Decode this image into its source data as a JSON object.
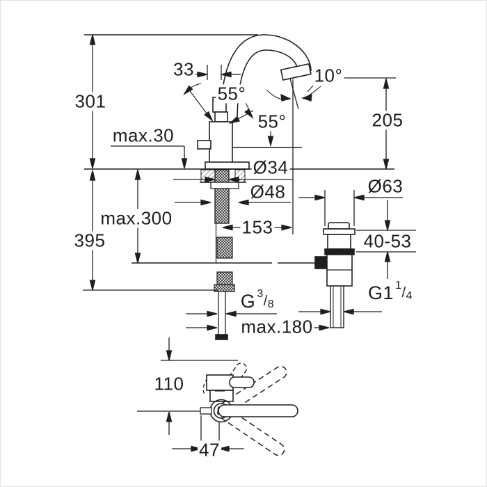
{
  "drawing": {
    "labels": {
      "dim_301": "301",
      "dim_max30": "max.30",
      "dim_33": "33",
      "angle_55_upper": "55°",
      "angle_55_lower": "55°",
      "angle_10": "10°",
      "dim_205": "205",
      "dia_34": "Ø34",
      "dia_48": "Ø48",
      "dia_63": "Ø63",
      "dim_153": "153",
      "dim_max300": "max.300",
      "dim_395": "395",
      "dim_40_53": "40-53",
      "dim_max180": "max.180",
      "dim_110": "110",
      "dim_47": "47",
      "thread_g38": {
        "base": "G",
        "num": "3",
        "slash": "/",
        "den": "8"
      },
      "thread_g114": {
        "base": "G1",
        "num": "1",
        "slash": "/",
        "den": "4"
      }
    },
    "colors": {
      "line": "#1f1f1f",
      "background": "#ffffff"
    }
  }
}
